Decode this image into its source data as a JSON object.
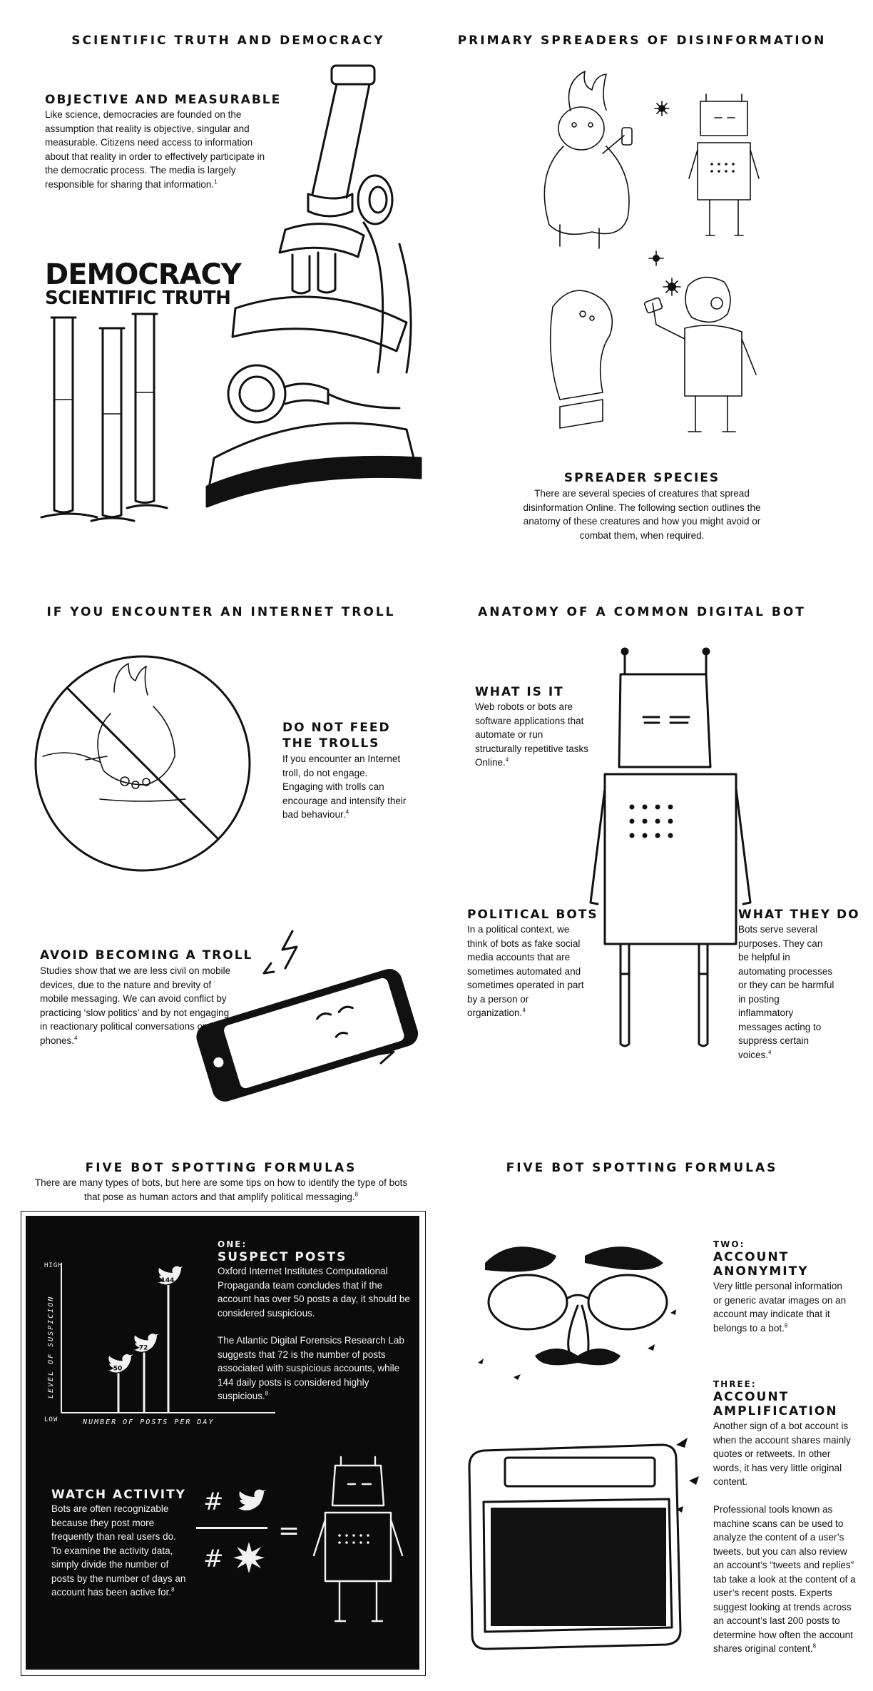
{
  "sections": {
    "truth": {
      "heading": "SCIENTIFIC TRUTH AND DEMOCRACY",
      "sub": "OBJECTIVE AND MEASURABLE",
      "body": "Like science, democracies are founded on the assumption that reality is objective, singular and measurable. Citizens need access to information about that reality in order to effectively participate in the democratic process. The media is largely responsible for sharing that information.",
      "fn": "1",
      "big1": "DEMOCRACY",
      "big2": "SCIENTIFIC TRUTH"
    },
    "spreaders": {
      "heading": "PRIMARY SPREADERS OF DISINFORMATION",
      "sub": "SPREADER SPECIES",
      "body": "There are several species of creatures that spread disinformation Online. The following section outlines the anatomy of these creatures and how you might avoid or combat them, when required."
    },
    "troll": {
      "heading": "IF YOU ENCOUNTER AN INTERNET TROLL",
      "sub1a": "DO NOT FEED",
      "sub1b": "THE TROLLS",
      "body1": "If you encounter an Internet troll, do not engage. Engaging with trolls can encourage and intensify their bad behaviour.",
      "fn1": "4",
      "sub2": "AVOID BECOMING A TROLL",
      "body2": "Studies show that we are less civil on mobile devices, due to the nature and brevity of mobile messaging. We can avoid conflict by practicing ‘slow politics’ and by not engaging in reactionary political conversations on our phones.",
      "fn2": "4"
    },
    "bot": {
      "heading": "ANATOMY OF A COMMON DIGITAL BOT",
      "what_sub": "WHAT IS IT",
      "what_body": "Web robots or bots are software applications that automate or run structurally repetitive tasks Online.",
      "what_fn": "4",
      "pol_sub": "POLITICAL BOTS",
      "pol_body": "In a political context, we think of bots as fake social media accounts that are sometimes automated and sometimes operated in part by a person or organization.",
      "pol_fn": "4",
      "do_sub": "WHAT THEY DO",
      "do_body": "Bots serve several purposes. They can be helpful in automating processes or they can be harmful in posting inflammatory messages acting to suppress certain voices.",
      "do_fn": "4"
    },
    "formulas_left": {
      "heading": "FIVE BOT SPOTTING FORMULAS",
      "intro": "There are many types of bots, but here are some tips on how to identify the type of bots that pose as human actors and that amplify political messaging.",
      "intro_fn": "8",
      "one_label": "ONE:",
      "one_sub": "SUSPECT POSTS",
      "one_body1": "Oxford Internet Institutes Computational Propaganda team concludes that if the account has over 50 posts a day, it should be considered suspicious.",
      "one_body2": "The Atlantic Digital Forensics Research Lab suggests that 72 is the number of posts associated with suspicious accounts, while 144 daily posts is considered highly suspicious.",
      "one_fn": "8",
      "watch_sub": "WATCH ACTIVITY",
      "watch_body": "Bots are often recognizable because they post more frequently than real users do. To examine the activity data, simply divide the number of posts by the number of days an account has been active for.",
      "watch_fn": "8",
      "hash1": "#",
      "hash2": "#",
      "equals": "="
    },
    "formulas_right": {
      "heading": "FIVE BOT SPOTTING FORMULAS",
      "two_label": "TWO:",
      "two_sub1": "ACCOUNT",
      "two_sub2": "ANONYMITY",
      "two_body": "Very little personal information or generic avatar images on an account may indicate that it belongs to  a bot.",
      "two_fn": "8",
      "three_label": "THREE:",
      "three_sub1": "ACCOUNT",
      "three_sub2": "AMPLIFICATION",
      "three_body1": "Another sign of a bot account is when the account shares mainly quotes or retweets. In other words, it has very little original content.",
      "three_body2": "Professional tools known as machine scans can be used to analyze the content of a user’s tweets, but you can also review an account’s “tweets and replies” tab take a look at the content of a user’s recent posts. Experts suggest looking at trends across an account’s last 200 posts to determine how often the account shares original content.",
      "three_fn": "8"
    }
  },
  "chart_data": {
    "type": "bar",
    "categories": [
      "50",
      "72",
      "144"
    ],
    "values": [
      50,
      72,
      144
    ],
    "title": "",
    "xlabel": "NUMBER OF POSTS PER DAY",
    "ylabel": "LEVEL OF SUSPICION",
    "y_high": "HIGH",
    "y_low": "LOW",
    "ylim": [
      0,
      160
    ]
  }
}
